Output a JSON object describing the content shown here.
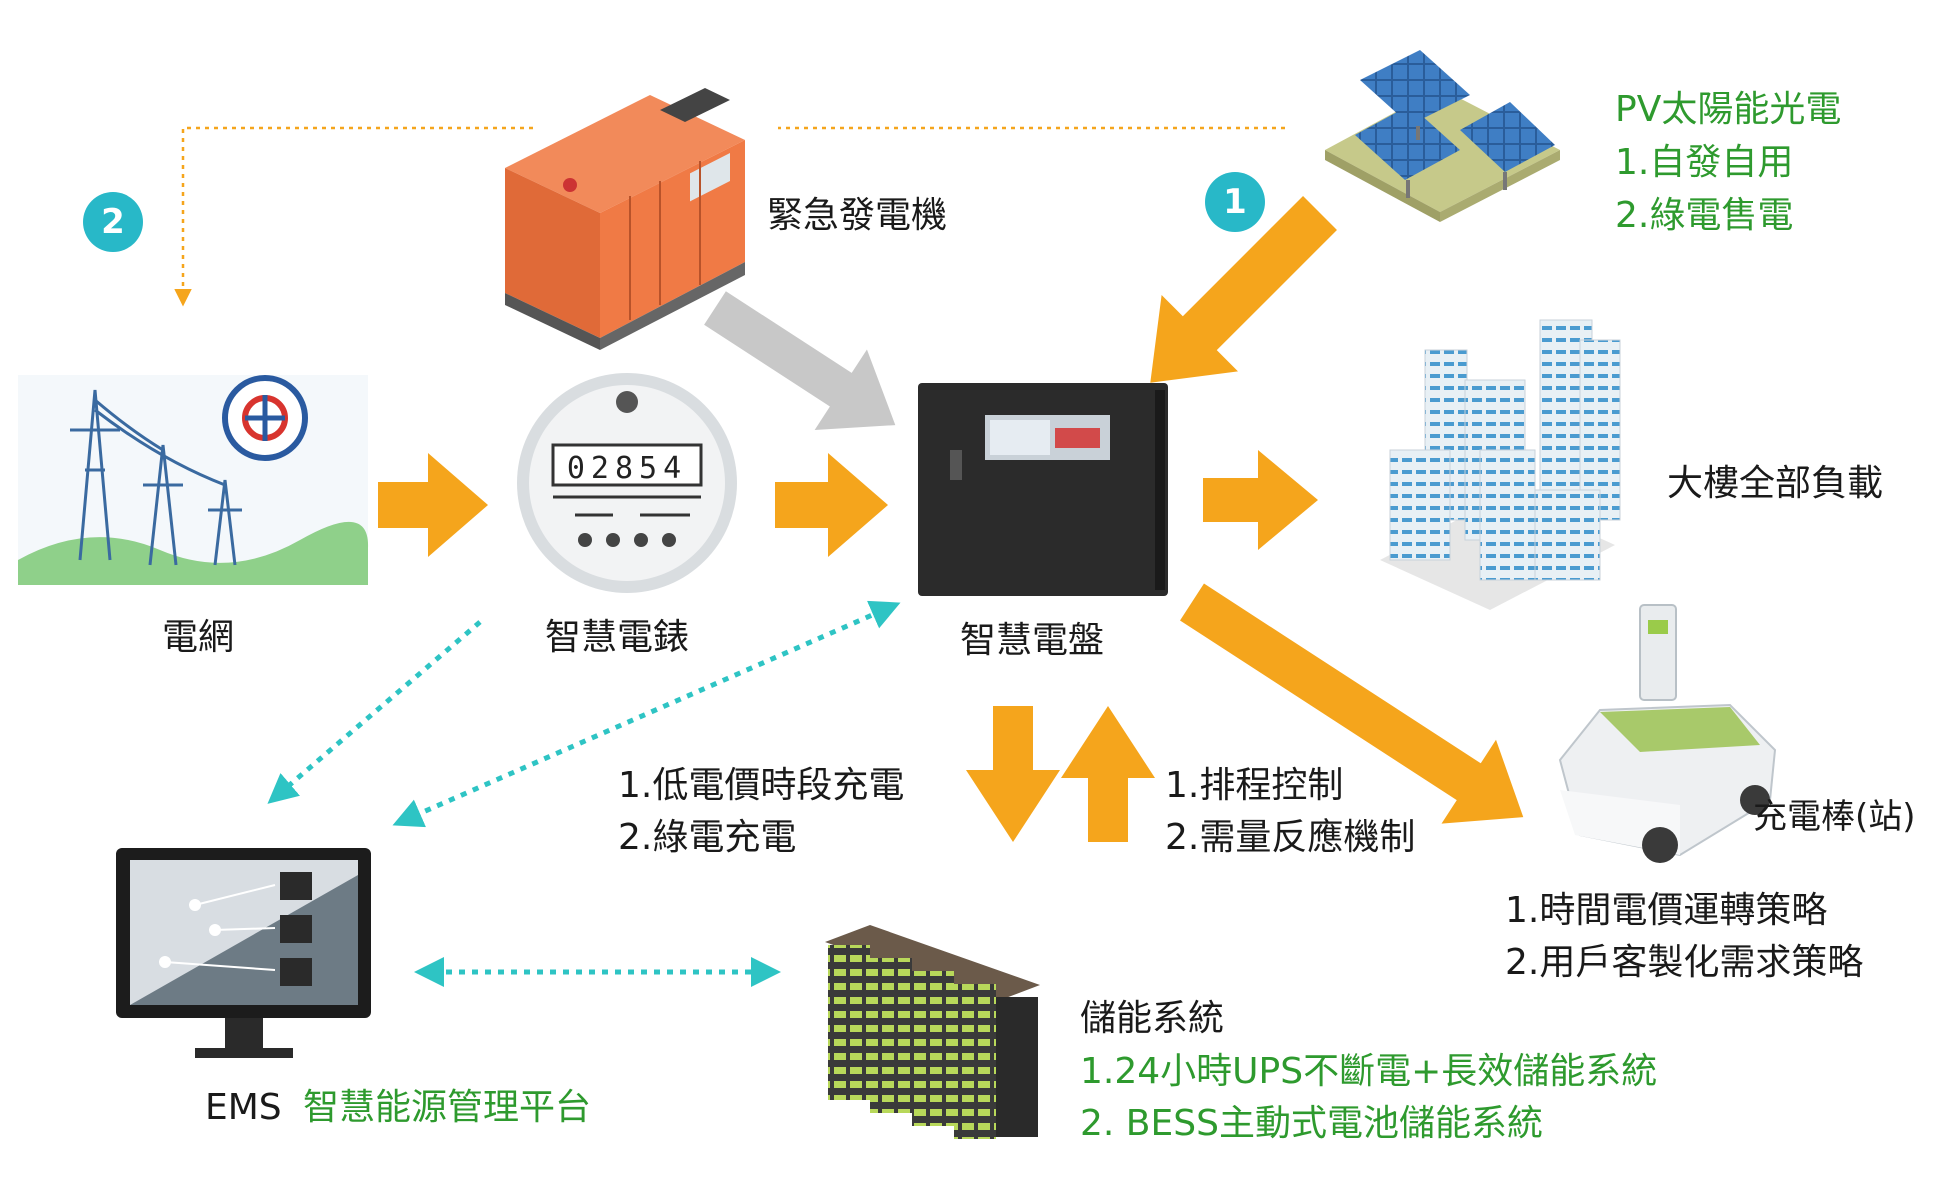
{
  "labels": {
    "pv_title": "PV太陽能光電",
    "pv_line1": "1.自發自用",
    "pv_line2": "2.綠電售電",
    "generator": "緊急發電機",
    "grid": "電網",
    "meter": "智慧電錶",
    "panel": "智慧電盤",
    "building": "大樓全部負載",
    "ev_charger": "充電棒(站)",
    "ev_line1": "1.時間電價運轉策略",
    "ev_line2": "2.用戶客製化需求策略",
    "charge_line1": "1.低電價時段充電",
    "charge_line2": "2.綠電充電",
    "control_line1": "1.排程控制",
    "control_line2": "2.需量反應機制",
    "ems_prefix": "EMS",
    "ems_name": "智慧能源管理平台",
    "storage_title": "儲能系統",
    "storage_line1": "1.24小時UPS不斷電+長效儲能系統",
    "storage_line2": "2. BESS主動式電池儲能系統"
  },
  "meter_reading": "02854",
  "badges": {
    "one": "1",
    "two": "2"
  },
  "colors": {
    "flow_orange": "#f5a51c",
    "backup_gray": "#c8c8c8",
    "comm_teal": "#2ec4c4",
    "badge_teal": "#28b8c8",
    "accent_green": "#2e9a2e"
  }
}
